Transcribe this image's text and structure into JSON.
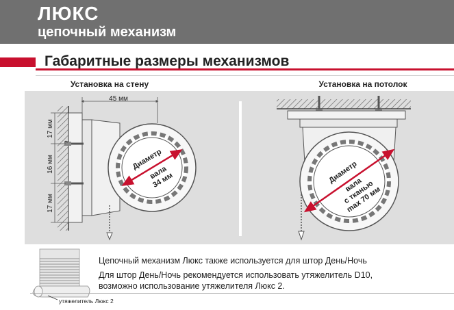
{
  "header": {
    "title": "ЛЮКС",
    "subtitle": "цепочный механизм"
  },
  "section_title": "Габаритные размеры механизмов",
  "wall": {
    "caption": "Установка на стену",
    "dim_top": "45 мм",
    "dim_upper": "17 мм",
    "dim_middle": "16 мм",
    "dim_lower": "17 мм",
    "diameter_lines": [
      "Диаметр",
      "вала",
      "34 мм"
    ]
  },
  "ceiling": {
    "caption": "Установка на потолок",
    "diameter_lines": [
      "Диаметр",
      "вала",
      "с тканью",
      "max 70 мм"
    ]
  },
  "notes": {
    "line1": "Цепочный механизм Люкс также используется для штор День/Ночь",
    "line2": "Для штор День/Ночь рекомендуется использовать утяжелитель D10,",
    "line3": "возможно использование утяжелителя Люкс 2."
  },
  "weight_label": "утяжелитель Люкс 2",
  "colors": {
    "header_bg": "#707070",
    "accent": "#c8102e",
    "diagram_bg": "#dedede"
  }
}
